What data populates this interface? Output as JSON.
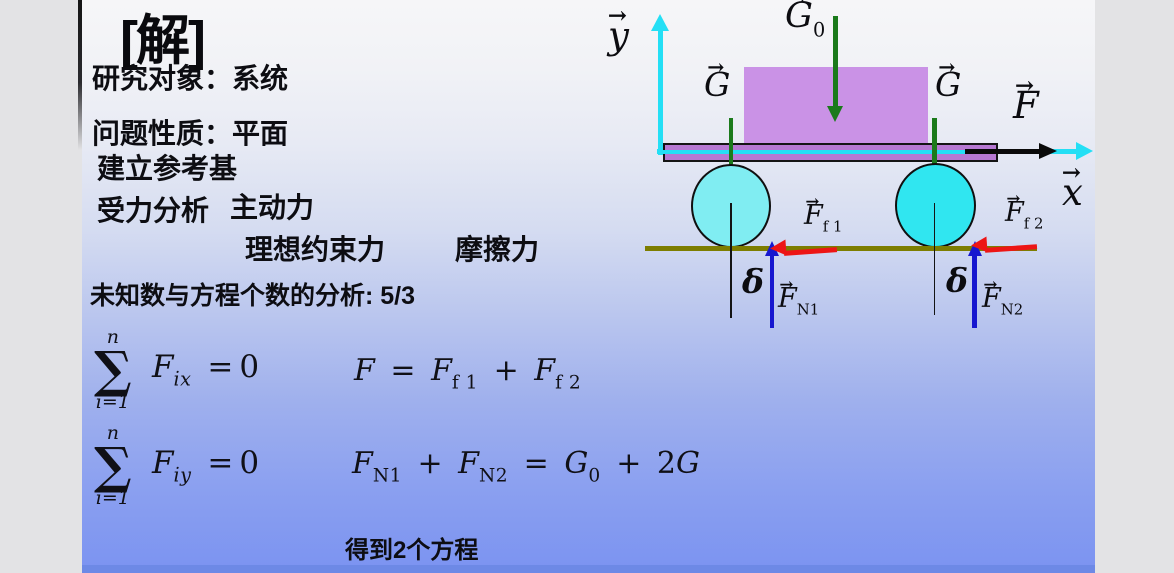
{
  "colors": {
    "axis-cyan": "#24dff5",
    "arrow-green": "#1b7a1b",
    "arrow-red": "#ed1515",
    "arrow-blue": "#1717cf",
    "box-purple": "#ca92e6",
    "platform-purple": "#b678d2",
    "wheel-left-cyan": "#80edf2",
    "wheel-right-cyan": "#30e6f0",
    "ground-olive": "#7d7d00",
    "ink": "#0d0d12"
  },
  "solution": {
    "title": "[解]",
    "research_object": "研究对象：系统",
    "problem_nature": "问题性质：平面",
    "reference_frame": "建立参考基",
    "force_analysis": "受力分析",
    "active_force": "主动力",
    "ideal_constraint": "理想约束力",
    "friction": "摩擦力",
    "unknowns_analysis": "未知数与方程个数的分析: 5/3",
    "conclusion": "得到2个方程"
  },
  "equations": {
    "sum_upper": "n",
    "sum_sigma": "∑",
    "sum_lower": "i=1",
    "eq1": {
      "var": "F",
      "sub": "ix",
      "rel": "=",
      "zero": "0"
    },
    "eq1_result": {
      "lhs": "F",
      "rel": "=",
      "term1": "F",
      "term1_sub": "f 1",
      "op": "+",
      "term2": "F",
      "term2_sub": "f 2"
    },
    "eq2": {
      "var": "F",
      "sub": "iy",
      "rel": "=",
      "zero": "0"
    },
    "eq2_result": {
      "term1": "F",
      "term1_sub": "N1",
      "op": "+",
      "term2": "F",
      "term2_sub": "N2",
      "rel": "=",
      "term3": "G",
      "term3_sub": "0",
      "op2": "+",
      "coef": "2",
      "term4": "G"
    }
  },
  "diagram": {
    "labels": {
      "y_axis": "y",
      "x_axis": "x",
      "g0": {
        "letter": "G",
        "sub": "0"
      },
      "g_left": "G",
      "g_right": "G",
      "force_f": "F",
      "ff1": {
        "letter": "F",
        "sub": "f 1"
      },
      "ff2": {
        "letter": "F",
        "sub": "f 2"
      },
      "fn1": {
        "letter": "F",
        "sub": "N1"
      },
      "fn2": {
        "letter": "F",
        "sub": "N2"
      },
      "delta_left": "δ",
      "delta_right": "δ"
    }
  }
}
